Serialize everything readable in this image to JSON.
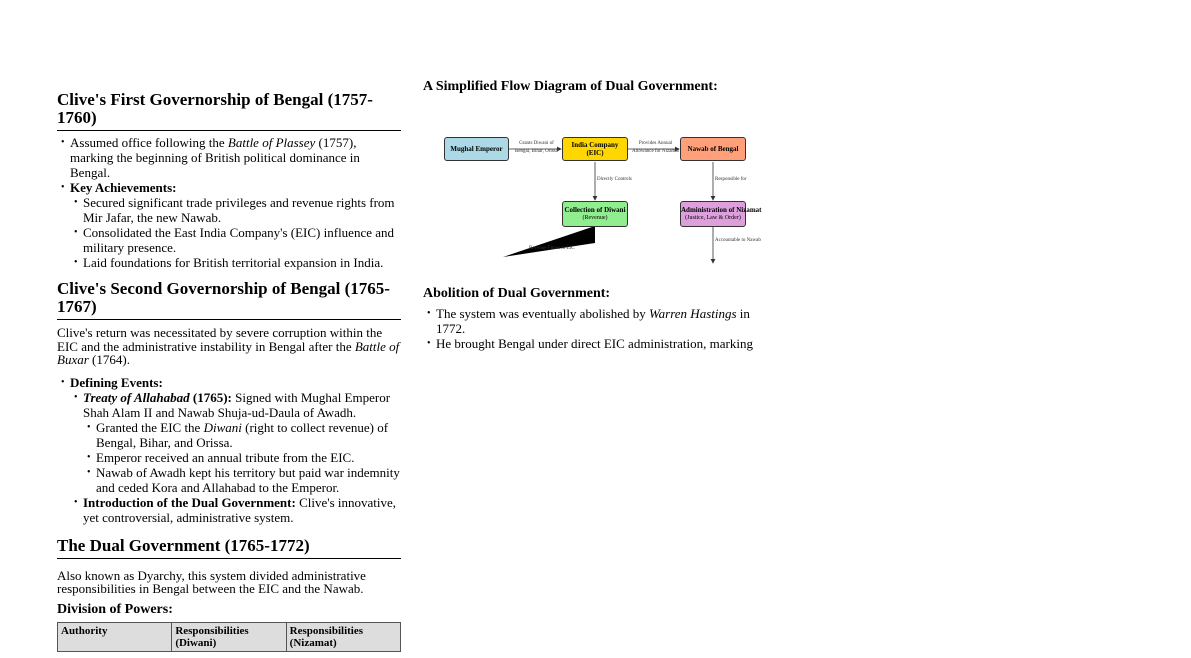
{
  "left": {
    "first": {
      "title": "Clive's First Governorship of Bengal (1757-1760)",
      "b1_pre": "Assumed office following the ",
      "b1_em": "Battle of Plassey",
      "b1_post": " (1757), marking the beginning of British political dominance in Bengal.",
      "key": "Key Achievements:",
      "ach": [
        "Secured significant trade privileges and revenue rights from Mir Jafar, the new Nawab.",
        "Consolidated the East India Company's (EIC) influence and military presence.",
        "Laid foundations for British territorial expansion in India."
      ]
    },
    "second": {
      "title": "Clive's Second Governorship of Bengal (1765-1767)",
      "p_pre": "Clive's return was necessitated by severe corruption within the EIC and the administrative instability in Bengal after the ",
      "p_em": "Battle of Buxar",
      "p_post": " (1764).",
      "defining": "Defining Events:",
      "treaty_em": "Treaty of Allahabad",
      "treaty_b": " (1765):",
      "treaty_text": " Signed with Mughal Emperor Shah Alam II and Nawab Shuja-ud-Daula of Awadh.",
      "t1_pre": "Granted the EIC the ",
      "t1_em": "Diwani",
      "t1_post": " (right to collect revenue) of Bengal, Bihar, and Orissa.",
      "t2": "Emperor received an annual tribute from the EIC.",
      "t3": "Nawab of Awadh kept his territory but paid war indemnity and ceded Kora and Allahabad to the Emperor.",
      "intro_b": "Introduction of the Dual Government:",
      "intro_text": " Clive's innovative, yet controversial, administrative system."
    },
    "dual": {
      "title": "The Dual Government (1765-1772)",
      "p": "Also known as Dyarchy, this system divided administrative responsibilities in Bengal between the EIC and the Nawab.",
      "powers": "Division of Powers:",
      "headers": [
        "Authority",
        "Responsibilities (Diwani)",
        "Responsibilities (Nizamat)"
      ]
    }
  },
  "right": {
    "diagram_title": "A Simplified Flow Diagram of Dual Government:",
    "nodes": {
      "mughal": "Mughal Emperor",
      "eic": "India Company (EIC)",
      "nawab": "Nawab of Bengal",
      "diwani": "Collection of Diwani",
      "diwani_sub": "(Revenue)",
      "nizamat": "Administration of Nizamat",
      "nizamat_sub": "(Justice, Law & Order)"
    },
    "edges": {
      "grants1": "Grants Diwani of",
      "grants2": "Bengal, Bihar, Orissa",
      "provides1": "Provides Annual",
      "provides2": "Allowance for Nizamat",
      "controls": "Directly Controls",
      "responsible": "Responsible for",
      "flows": "Revenue Flows to EIC",
      "accountable": "Accountable to Nawab"
    },
    "colors": {
      "mughal": "#add8e6",
      "eic": "#ffd700",
      "nawab": "#ffa07a",
      "diwani": "#90ee90",
      "nizamat": "#dda0dd"
    },
    "abolition": {
      "title": "Abolition of Dual Government:",
      "b1_pre": "The system was eventually abolished by ",
      "b1_em": "Warren Hastings",
      "b1_post": " in 1772.",
      "b2": "He brought Bengal under direct EIC administration, marking"
    }
  }
}
